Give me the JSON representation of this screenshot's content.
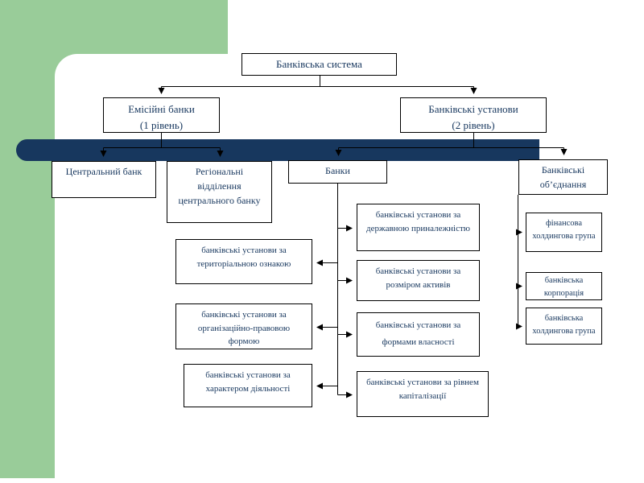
{
  "page": {
    "accent_green": "#99CC99",
    "accent_navy": "#17375E",
    "text_color": "#17375E",
    "border_color": "#000000",
    "background": "#ffffff"
  },
  "diagram": {
    "root": {
      "label": "Банківська система"
    },
    "level1": {
      "emission": {
        "lines": [
          "Емісійні банки",
          "(1 рівень)"
        ]
      },
      "institutions": {
        "lines": [
          "Банківські установи",
          "(2 рівень)"
        ]
      }
    },
    "level2": {
      "central_bank": {
        "label": "Центральний банк"
      },
      "regional": {
        "lines": [
          "Регіональні",
          "відділення",
          "центрального банку"
        ]
      },
      "banks": {
        "label": "Банки"
      },
      "associations": {
        "lines": [
          "Банківські",
          "об’єднання"
        ]
      }
    },
    "bank_types_left": [
      {
        "lines": [
          "банківські установи за",
          "територіальною ознакою"
        ]
      },
      {
        "lines": [
          "банківські установи за",
          "організаційно-правовою",
          "формою"
        ]
      },
      {
        "lines": [
          "банківські установи за",
          "характером діяльності"
        ]
      }
    ],
    "bank_types_center": [
      {
        "lines": [
          "банківські установи за",
          "державною приналежністю"
        ]
      },
      {
        "lines": [
          "банківські установи за",
          "розміром активів"
        ]
      },
      {
        "lines": [
          "банківські установи за",
          "формами власності"
        ]
      },
      {
        "lines": [
          "банківські установи за рівнем",
          "капіталізації"
        ]
      }
    ],
    "association_types": [
      {
        "lines": [
          "фінансова",
          "холдингова група"
        ]
      },
      {
        "lines": [
          "банківська",
          "корпорація"
        ]
      },
      {
        "lines": [
          "банківська",
          "холдингова група"
        ]
      }
    ]
  }
}
